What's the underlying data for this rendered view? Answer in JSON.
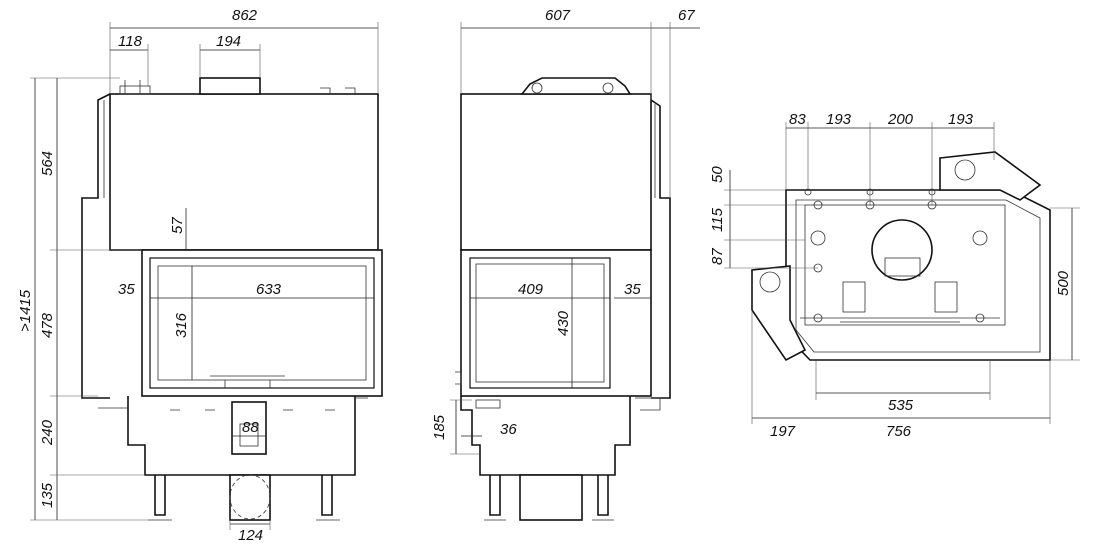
{
  "front_view": {
    "dims": {
      "overall_width": "862",
      "left_offset": "118",
      "outlet_width": "194",
      "upper_height": "564",
      "total_height": ">1415",
      "door_height": "478",
      "base_height": "240",
      "leg_height": "135",
      "frame_gap": "57",
      "side_margin": "35",
      "glass_width": "633",
      "glass_height": "316",
      "air_inlet_width": "88",
      "duct_width": "124"
    }
  },
  "side_view": {
    "dims": {
      "depth": "607",
      "rear_offset": "67",
      "glass_width": "409",
      "glass_height": "430",
      "side_margin": "35",
      "inlet_height": "185",
      "inlet_offset": "36"
    }
  },
  "top_view": {
    "dims": {
      "top_83": "83",
      "top_193_left": "193",
      "top_200": "200",
      "top_193_right": "193",
      "left_50": "50",
      "left_115": "115",
      "left_87": "87",
      "right_500": "500",
      "bottom_535": "535",
      "bottom_197": "197",
      "bottom_756": "756"
    }
  }
}
